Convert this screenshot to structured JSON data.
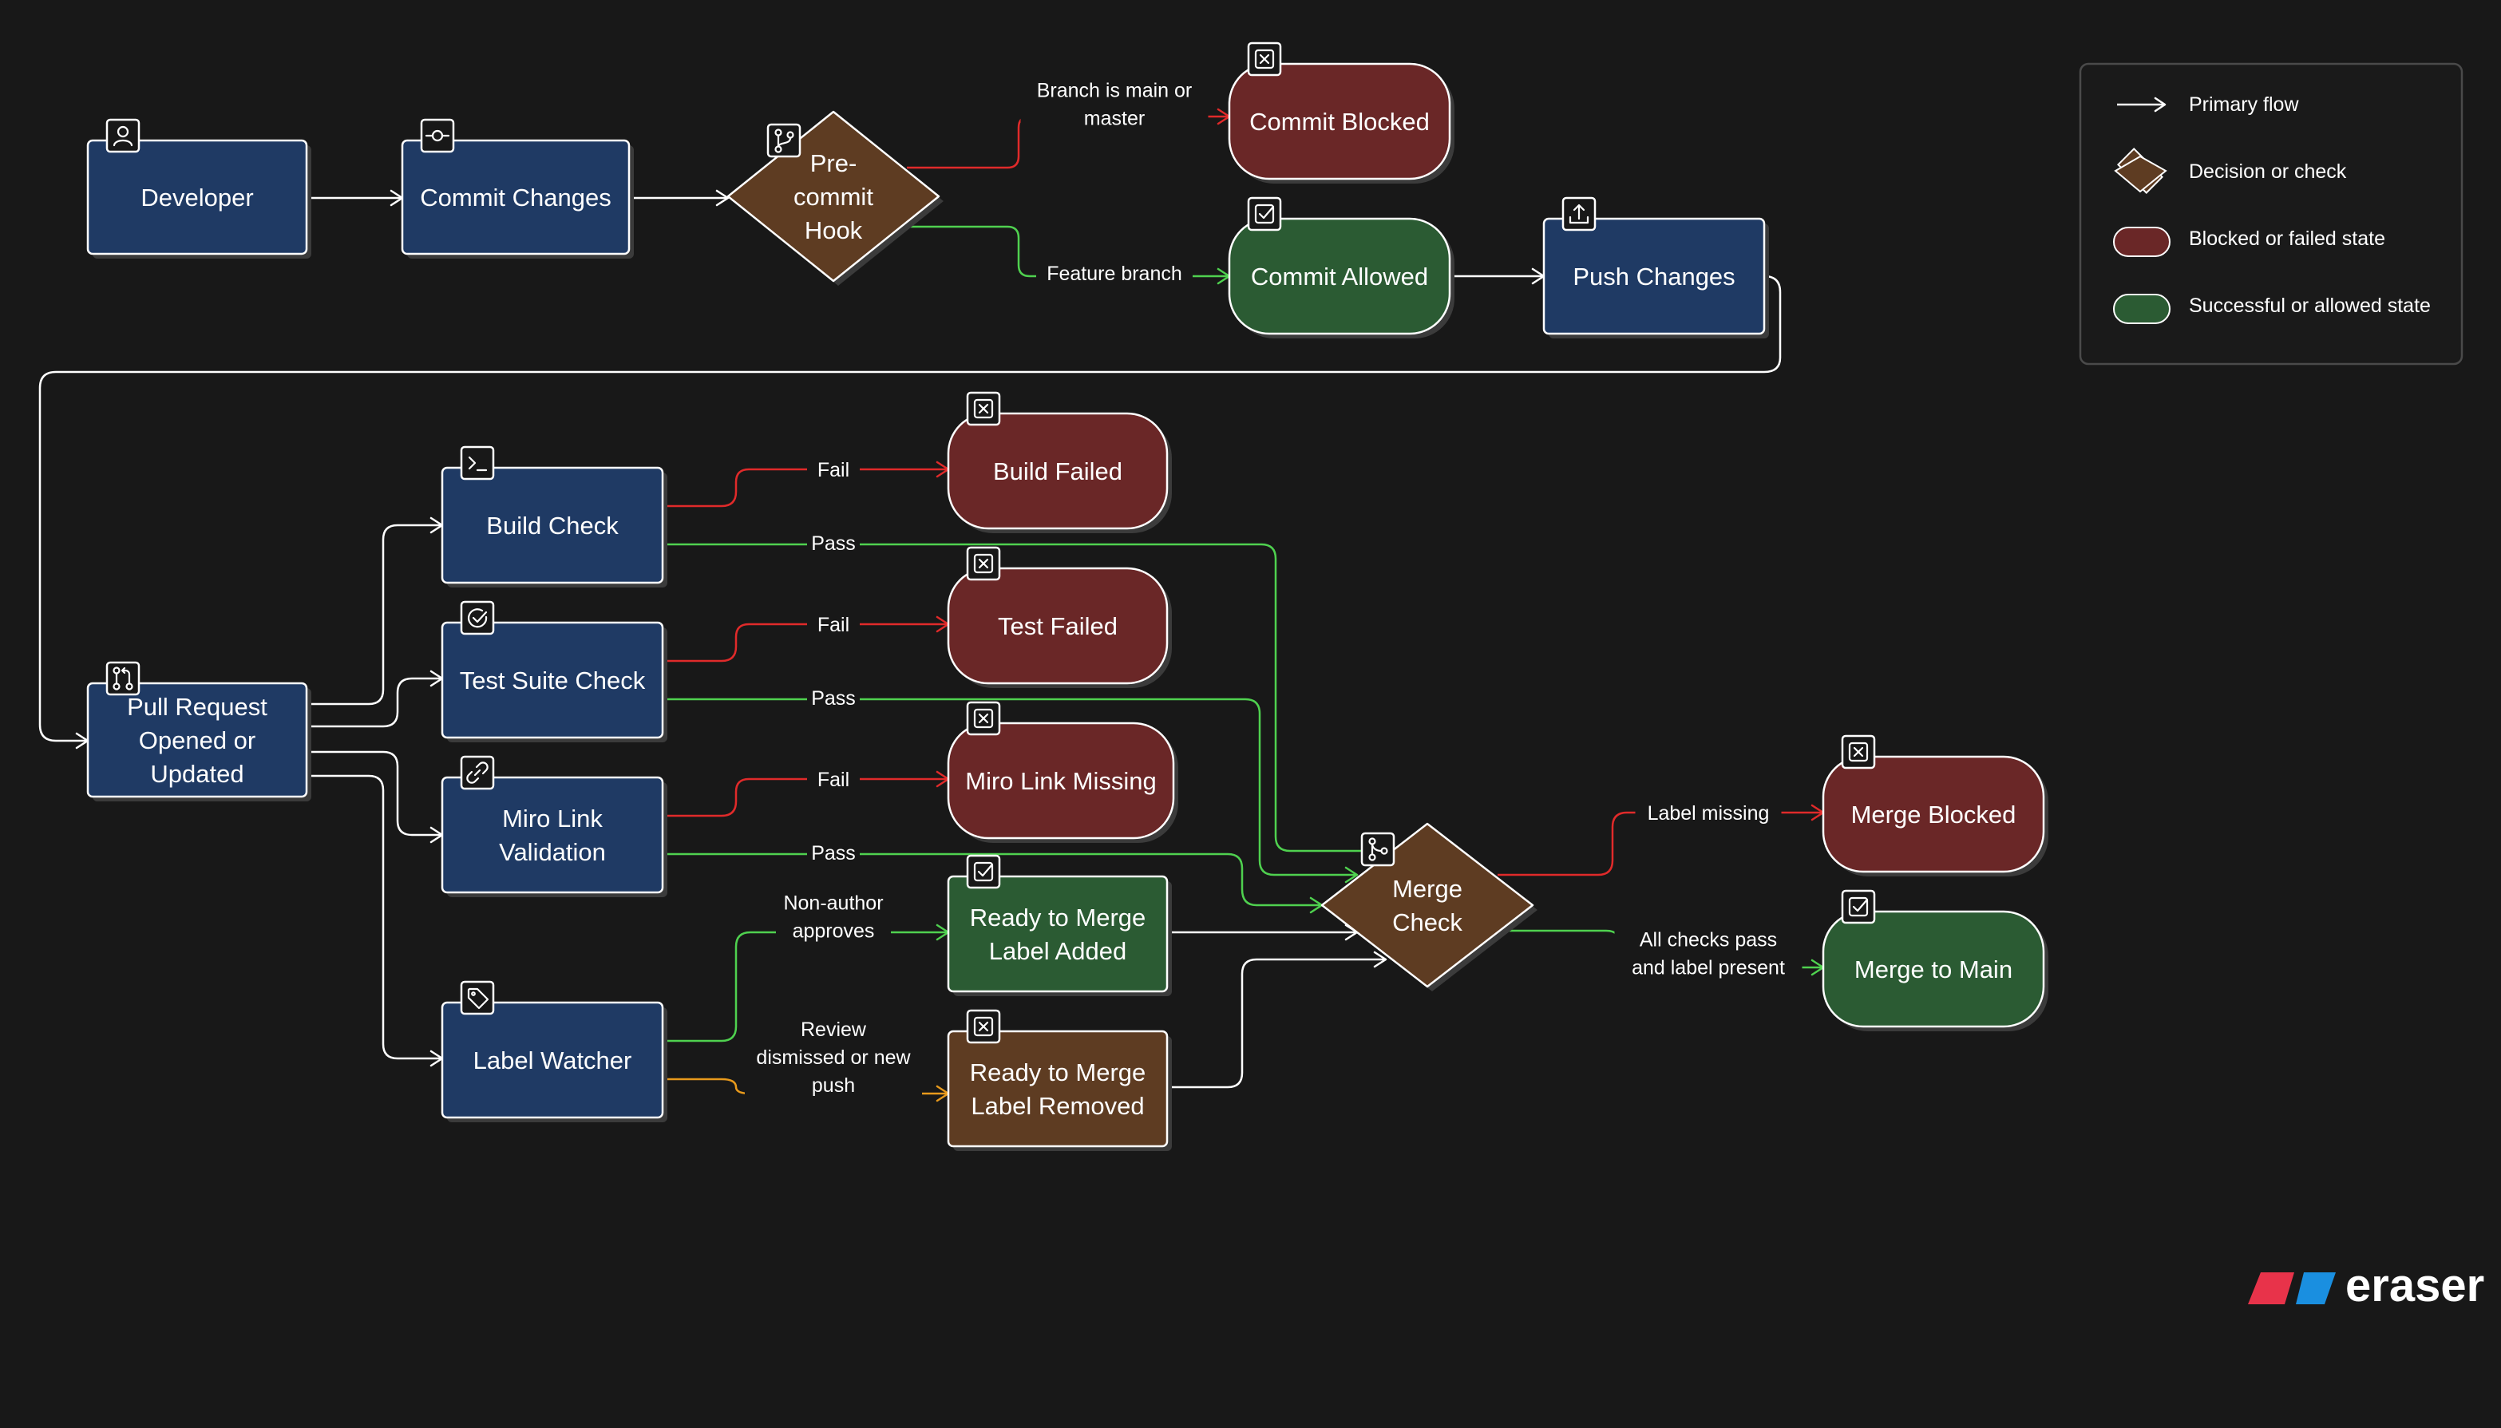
{
  "colors": {
    "background": "#181818",
    "process_fill": "#1f3a64",
    "decision_fill": "#5e3c22",
    "blocked_fill": "#6a2727",
    "success_fill": "#2b5b33",
    "flow_white": "#ffffff",
    "flow_red": "#e02a2a",
    "flow_green": "#4fd14f",
    "flow_orange": "#e89a1c",
    "brand_red": "#e8334a",
    "brand_blue": "#1a8fe0"
  },
  "nodes": {
    "developer": {
      "lines": [
        "Developer"
      ],
      "icon": "user-icon"
    },
    "commit_changes": {
      "lines": [
        "Commit Changes"
      ],
      "icon": "git-commit-icon"
    },
    "pre_commit_hook": {
      "lines": [
        "Pre-",
        "commit",
        "Hook"
      ],
      "icon": "git-branch-icon"
    },
    "commit_blocked": {
      "lines": [
        "Commit Blocked"
      ],
      "icon": "x-square-icon"
    },
    "commit_allowed": {
      "lines": [
        "Commit Allowed"
      ],
      "icon": "check-square-icon"
    },
    "push_changes": {
      "lines": [
        "Push Changes"
      ],
      "icon": "upload-icon"
    },
    "pull_request": {
      "lines": [
        "Pull Request",
        "Opened or",
        "Updated"
      ],
      "icon": "git-pull-request-icon"
    },
    "build_check": {
      "lines": [
        "Build Check"
      ],
      "icon": "terminal-icon"
    },
    "test_suite_check": {
      "lines": [
        "Test Suite Check"
      ],
      "icon": "check-circle-icon"
    },
    "miro_link_validation": {
      "lines": [
        "Miro Link",
        "Validation"
      ],
      "icon": "link-icon"
    },
    "label_watcher": {
      "lines": [
        "Label Watcher"
      ],
      "icon": "tag-icon"
    },
    "build_failed": {
      "lines": [
        "Build Failed"
      ],
      "icon": "x-square-icon"
    },
    "test_failed": {
      "lines": [
        "Test Failed"
      ],
      "icon": "x-square-icon"
    },
    "miro_link_missing": {
      "lines": [
        "Miro Link Missing"
      ],
      "icon": "x-square-icon"
    },
    "ready_label_added": {
      "lines": [
        "Ready to Merge",
        "Label Added"
      ],
      "icon": "check-square-icon"
    },
    "ready_label_removed": {
      "lines": [
        "Ready to Merge",
        "Label Removed"
      ],
      "icon": "x-square-icon"
    },
    "merge_check": {
      "lines": [
        "Merge",
        "Check"
      ],
      "icon": "git-merge-icon"
    },
    "merge_blocked": {
      "lines": [
        "Merge Blocked"
      ],
      "icon": "x-square-icon"
    },
    "merge_to_main": {
      "lines": [
        "Merge to Main"
      ],
      "icon": "check-square-icon"
    }
  },
  "edge_labels": {
    "branch_main": [
      "Branch is main or",
      "master"
    ],
    "feature_branch": [
      "Feature branch"
    ],
    "build_fail": [
      "Fail"
    ],
    "build_pass": [
      "Pass"
    ],
    "test_fail": [
      "Fail"
    ],
    "test_pass": [
      "Pass"
    ],
    "miro_fail": [
      "Fail"
    ],
    "miro_pass": [
      "Pass"
    ],
    "non_author": [
      "Non-author",
      "approves"
    ],
    "review_dismissed": [
      "Review",
      "dismissed or new",
      "push"
    ],
    "label_missing": [
      "Label missing"
    ],
    "all_checks": [
      "All checks pass",
      "and label present"
    ]
  },
  "legend": {
    "primary_flow": "Primary flow",
    "decision": "Decision or check",
    "blocked": "Blocked or failed state",
    "success": "Successful or allowed state"
  },
  "brand": {
    "name": "eraser"
  }
}
